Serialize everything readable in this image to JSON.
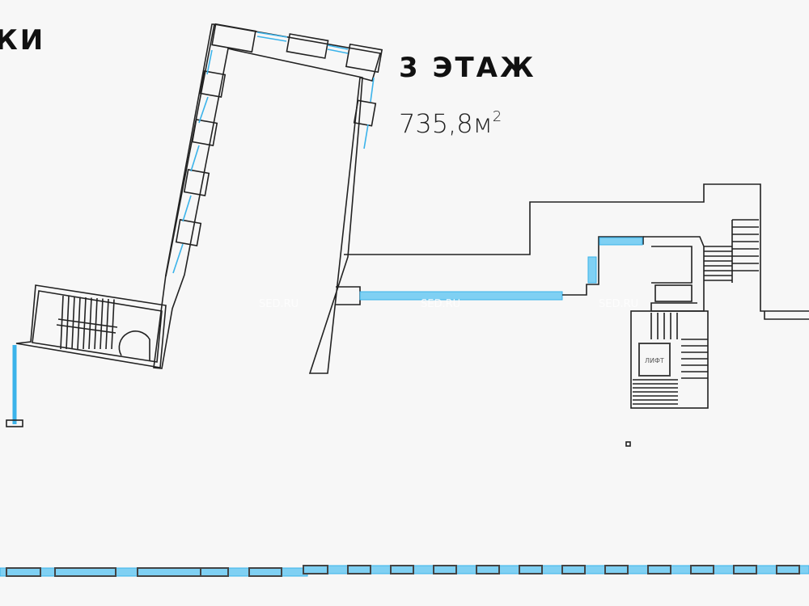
{
  "headings": {
    "left_cut": "КИ",
    "floor": "3 ЭТАЖ"
  },
  "area": {
    "value": "735,8м",
    "unit_sup": "2"
  },
  "labels": {
    "lift": "ЛИФТ"
  },
  "watermark": "SED.RU",
  "colors": {
    "wall": "#222222",
    "window": "#3bb3ea",
    "background": "#f7f7f7"
  }
}
